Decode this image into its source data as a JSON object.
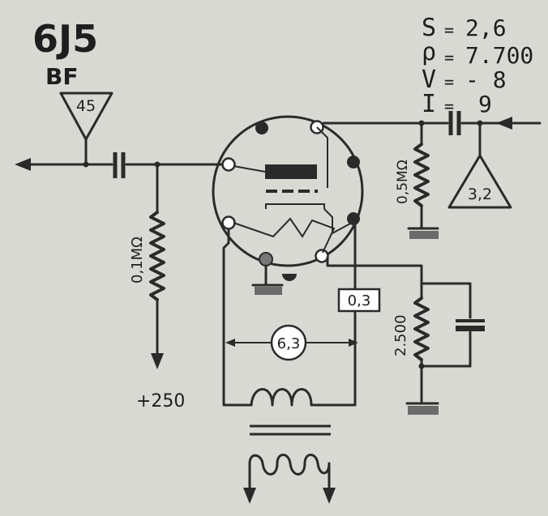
{
  "tube": {
    "name": "6J5",
    "subtitle": "BF"
  },
  "params": {
    "s": {
      "sym": "S",
      "eq": "=",
      "val": "2,6"
    },
    "rho": {
      "sym": "ρ",
      "eq": "=",
      "val": "7.700"
    },
    "v": {
      "sym": "V",
      "eq": "=",
      "val": "- 8"
    },
    "i": {
      "sym": "I",
      "eq": "=",
      "val": "9"
    }
  },
  "labels": {
    "in_triangle": "45",
    "out_triangle": "3,2",
    "grid_resistor": "0,1MΩ",
    "anode_resistor": "0,5MΩ",
    "cathode_resistor": "2.500",
    "plus_250": "+250",
    "heater_voltage": "6,3",
    "heater_current": "0,3"
  },
  "colors": {
    "background": "#d9d9d4",
    "ink": "#2a2a2a"
  }
}
